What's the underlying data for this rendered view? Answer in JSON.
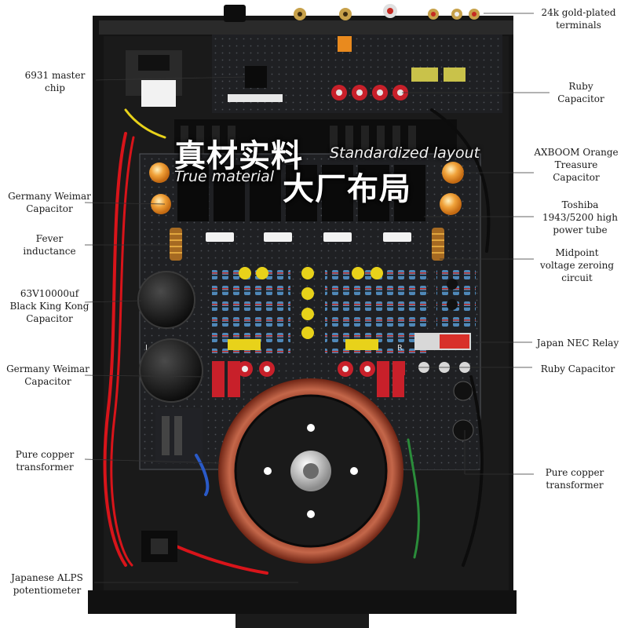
{
  "overlay": {
    "cn_line1": "真材实料",
    "cn_line2": "大厂布局",
    "en_line1": "Standardized layout",
    "en_line2": "True material"
  },
  "callouts": {
    "gold_terminals": "24k gold-plated\nterminals",
    "master_chip": "6931 master\nchip",
    "ruby_capacitor_top": "Ruby\nCapacitor",
    "axboom_capacitor": "AXBOOM Orange\nTreasure\nCapacitor",
    "weimar_capacitor_top": "Germany Weimar\nCapacitor",
    "toshiba_tube": "Toshiba\n1943/5200 high\npower tube",
    "fever_inductance": "Fever\ninductance",
    "midpoint_circuit": "Midpoint\nvoltage zeroing\ncircuit",
    "black_king_kong": "63V10000uf\nBlack King Kong\nCapacitor",
    "nec_relay": "Japan NEC Relay",
    "weimar_capacitor_bottom": "Germany Weimar\nCapacitor",
    "ruby_capacitor_bottom": "Ruby Capacitor",
    "copper_transformer_left": "Pure copper\ntransformer",
    "copper_transformer_right": "Pure copper\ntransformer",
    "alps_potentiometer": "Japanese ALPS\npotentiometer"
  },
  "board_marks": {
    "left_channel": "L",
    "right_channel": "R"
  },
  "colors": {
    "chassis": "#161616",
    "pcb": "#1f2023",
    "ruby_red": "#c8202a",
    "orange_cap": "#e98a1e",
    "yellow_cap": "#e8d21a",
    "copper": "#9a3a22",
    "wire_red": "#d8141a"
  }
}
